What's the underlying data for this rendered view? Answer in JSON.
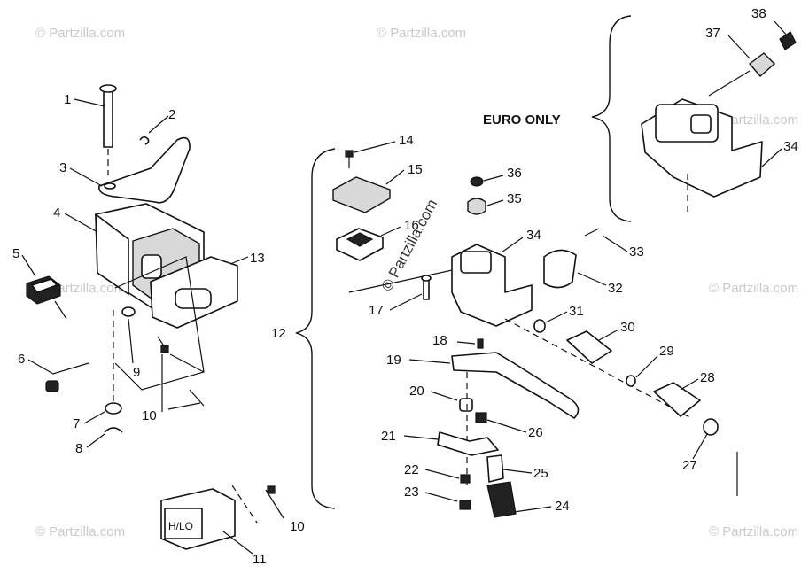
{
  "diagram": {
    "callouts": {
      "c1": "1",
      "c2": "2",
      "c3": "3",
      "c4": "4",
      "c5": "5",
      "c6": "6",
      "c7": "7",
      "c8": "8",
      "c9": "9",
      "c10a": "10",
      "c10b": "10",
      "c11": "11",
      "c12": "12",
      "c13": "13",
      "c14": "14",
      "c15": "15",
      "c16": "16",
      "c17": "17",
      "c18": "18",
      "c19": "19",
      "c20": "20",
      "c21": "21",
      "c22": "22",
      "c23": "23",
      "c24": "24",
      "c25": "25",
      "c26": "26",
      "c27": "27",
      "c28": "28",
      "c29": "29",
      "c30": "30",
      "c31": "31",
      "c32": "32",
      "c33": "33",
      "c34a": "34",
      "c34b": "34",
      "c35": "35",
      "c36": "36",
      "c37": "37",
      "c38": "38"
    },
    "euro_only_label": "EURO ONLY",
    "switch_legend": "H/LO",
    "watermark": "© Partzilla.com",
    "center_watermark": "© Partzilla.com"
  }
}
